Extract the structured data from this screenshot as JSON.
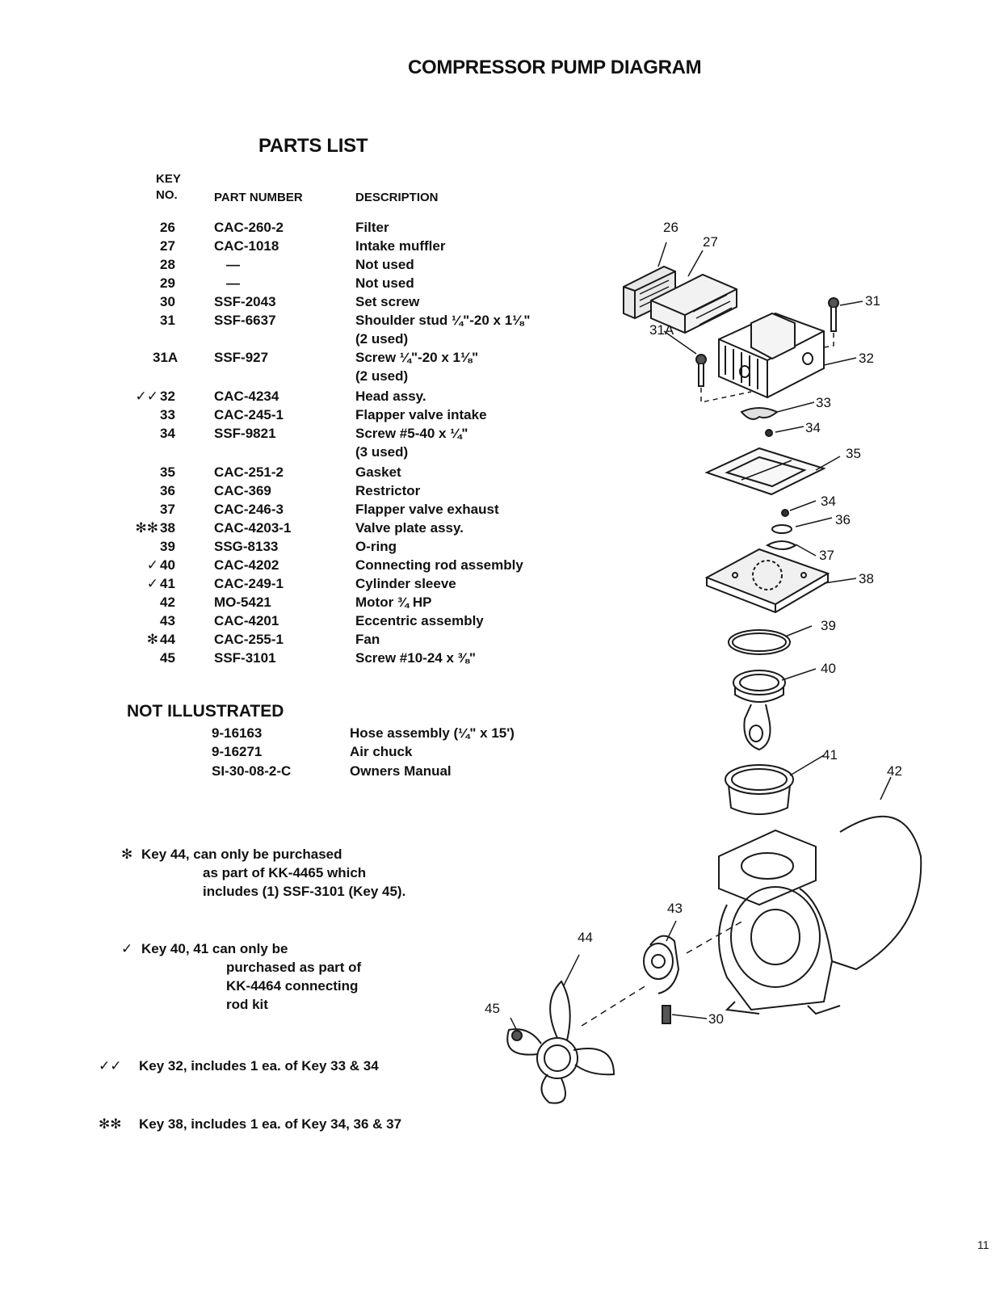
{
  "title": "COMPRESSOR PUMP DIAGRAM",
  "parts_list": {
    "title": "PARTS LIST",
    "headers": {
      "key_line1": "KEY",
      "key_line2": "NO.",
      "part": "PART NUMBER",
      "description": "DESCRIPTION"
    },
    "rows": [
      {
        "mark": "",
        "key": "26",
        "part": "CAC-260-2",
        "desc": "Filter"
      },
      {
        "mark": "",
        "key": "27",
        "part": "CAC-1018",
        "desc": "Intake muffler"
      },
      {
        "mark": "",
        "key": "28",
        "part": "—",
        "desc": "Not used"
      },
      {
        "mark": "",
        "key": "29",
        "part": "—",
        "desc": "Not used"
      },
      {
        "mark": "",
        "key": "30",
        "part": "SSF-2043",
        "desc": "Set screw"
      },
      {
        "mark": "",
        "key": "31",
        "part": "SSF-6637",
        "desc": "Shoulder stud ¼\"-20 x 1⅛\""
      },
      {
        "mark": "",
        "key": "",
        "part": "",
        "desc": "(2 used)"
      },
      {
        "mark": "",
        "key": "31A",
        "part": "SSF-927",
        "desc": "Screw ¼\"-20 x 1⅛\""
      },
      {
        "mark": "",
        "key": "",
        "part": "",
        "desc": "(2 used)"
      },
      {
        "mark": "✓✓",
        "key": "32",
        "part": "CAC-4234",
        "desc": "Head assy."
      },
      {
        "mark": "",
        "key": "33",
        "part": "CAC-245-1",
        "desc": "Flapper valve intake"
      },
      {
        "mark": "",
        "key": "34",
        "part": "SSF-9821",
        "desc": "Screw #5-40 x ¼\""
      },
      {
        "mark": "",
        "key": "",
        "part": "",
        "desc": "(3 used)"
      },
      {
        "mark": "",
        "key": "35",
        "part": "CAC-251-2",
        "desc": "Gasket"
      },
      {
        "mark": "",
        "key": "36",
        "part": "CAC-369",
        "desc": "Restrictor"
      },
      {
        "mark": "",
        "key": "37",
        "part": "CAC-246-3",
        "desc": "Flapper valve exhaust"
      },
      {
        "mark": "✻✻",
        "key": "38",
        "part": "CAC-4203-1",
        "desc": "Valve plate assy."
      },
      {
        "mark": "",
        "key": "39",
        "part": "SSG-8133",
        "desc": "O-ring"
      },
      {
        "mark": "✓",
        "key": "40",
        "part": "CAC-4202",
        "desc": "Connecting rod assembly"
      },
      {
        "mark": "✓",
        "key": "41",
        "part": "CAC-249-1",
        "desc": "Cylinder sleeve"
      },
      {
        "mark": "",
        "key": "42",
        "part": "MO-5421",
        "desc": "Motor ¾ HP"
      },
      {
        "mark": "",
        "key": "43",
        "part": "CAC-4201",
        "desc": "Eccentric assembly"
      },
      {
        "mark": "✻",
        "key": "44",
        "part": "CAC-255-1",
        "desc": "Fan"
      },
      {
        "mark": "",
        "key": "45",
        "part": "SSF-3101",
        "desc": "Screw #10-24 x ⅜\""
      }
    ]
  },
  "not_illustrated": {
    "title": "NOT ILLUSTRATED",
    "rows": [
      {
        "part": "9-16163",
        "desc": "Hose assembly (¼\" x 15')"
      },
      {
        "part": "9-16271",
        "desc": "Air chuck"
      },
      {
        "part": "SI-30-08-2-C",
        "desc": "Owners Manual"
      }
    ]
  },
  "footnotes": {
    "fn44": {
      "mark": "✻",
      "lines": [
        "Key 44, can only be purchased",
        "as part of KK-4465 which",
        "includes (1) SSF-3101 (Key 45)."
      ]
    },
    "fn40": {
      "mark": "✓",
      "lines": [
        "Key 40, 41 can only be",
        "purchased as part of",
        "KK-4464 connecting",
        "rod kit"
      ]
    },
    "fn32": {
      "mark": "✓✓",
      "text": "Key 32, includes 1 ea. of Key 33 & 34"
    },
    "fn38": {
      "mark": "✻✻",
      "text": "Key 38, includes 1 ea. of Key 34, 36 & 37"
    }
  },
  "diagram_labels": {
    "k26": "26",
    "k27": "27",
    "k31": "31",
    "k31a": "31A",
    "k32": "32",
    "k33": "33",
    "k34a": "34",
    "k35": "35",
    "k34b": "34",
    "k36": "36",
    "k37": "37",
    "k38": "38",
    "k39": "39",
    "k40": "40",
    "k41": "41",
    "k42": "42",
    "k43": "43",
    "k44": "44",
    "k45": "45",
    "k30": "30"
  },
  "page_number": "11"
}
